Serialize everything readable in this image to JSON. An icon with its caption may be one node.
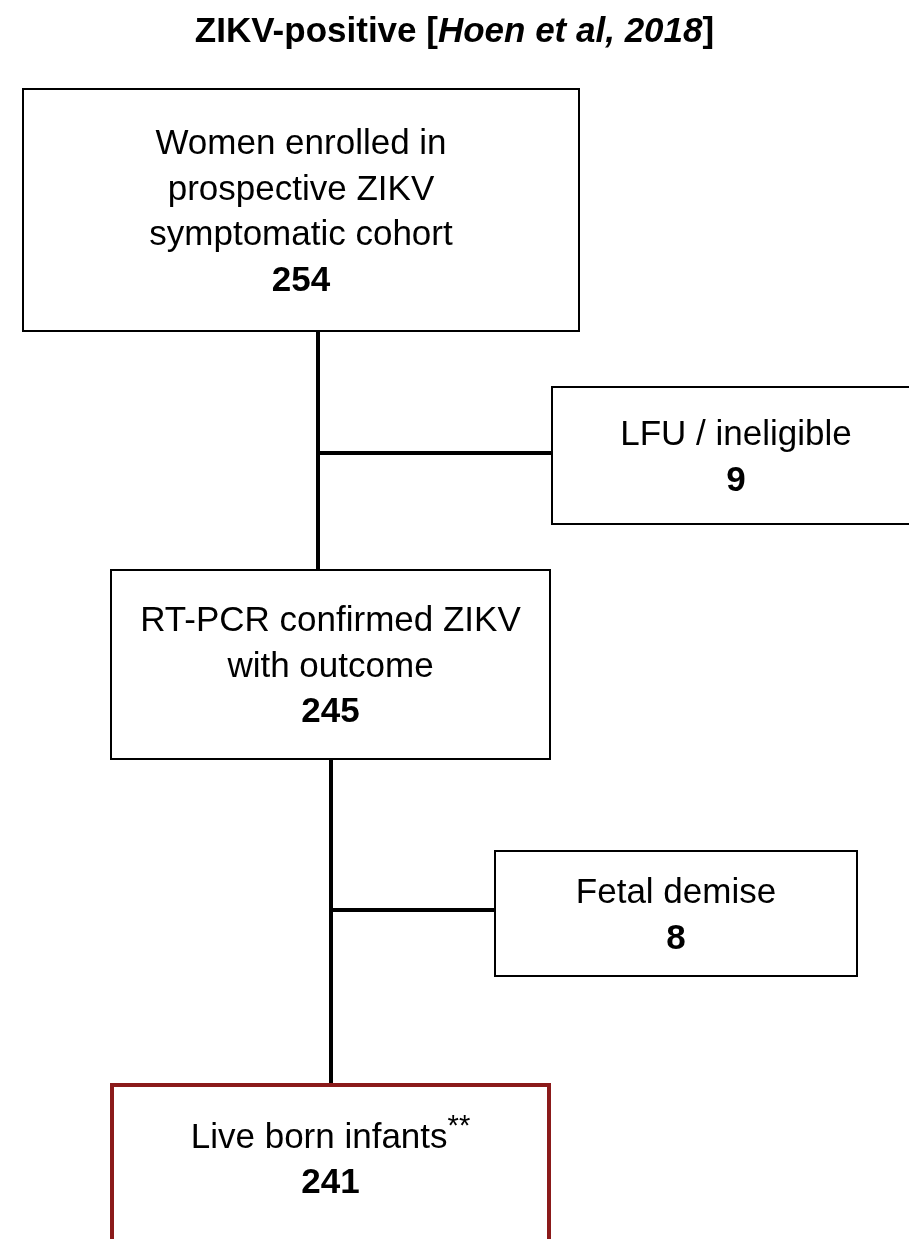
{
  "diagram": {
    "title": "ZIKV-positive [*Hoen et al, 2018*]",
    "nodes": [
      {
        "text": [
          "Women enrolled in prospective ZIKV symptomatic cohort",
          "254"
        ]
      },
      {
        "text": [
          "LFU / ineligible",
          "9"
        ]
      },
      {
        "text": [
          "RT-PCR confirmed ZIKV with outcome",
          "245"
        ]
      },
      {
        "text": [
          "Fetal demise",
          "8"
        ]
      },
      {
        "text": [
          "Live born infants$^{**}$",
          "241"
        ]
      }
    ],
    "edges": [
      {
        "from": 0,
        "to": 2,
        "arrow": "none"
      },
      {
        "from": 0,
        "to": 1,
        "arrow": "none"
      },
      {
        "from": 2,
        "to": 4,
        "arrow": "none"
      },
      {
        "from": 2,
        "to": 3,
        "arrow": "none"
      }
    ]
  }
}
